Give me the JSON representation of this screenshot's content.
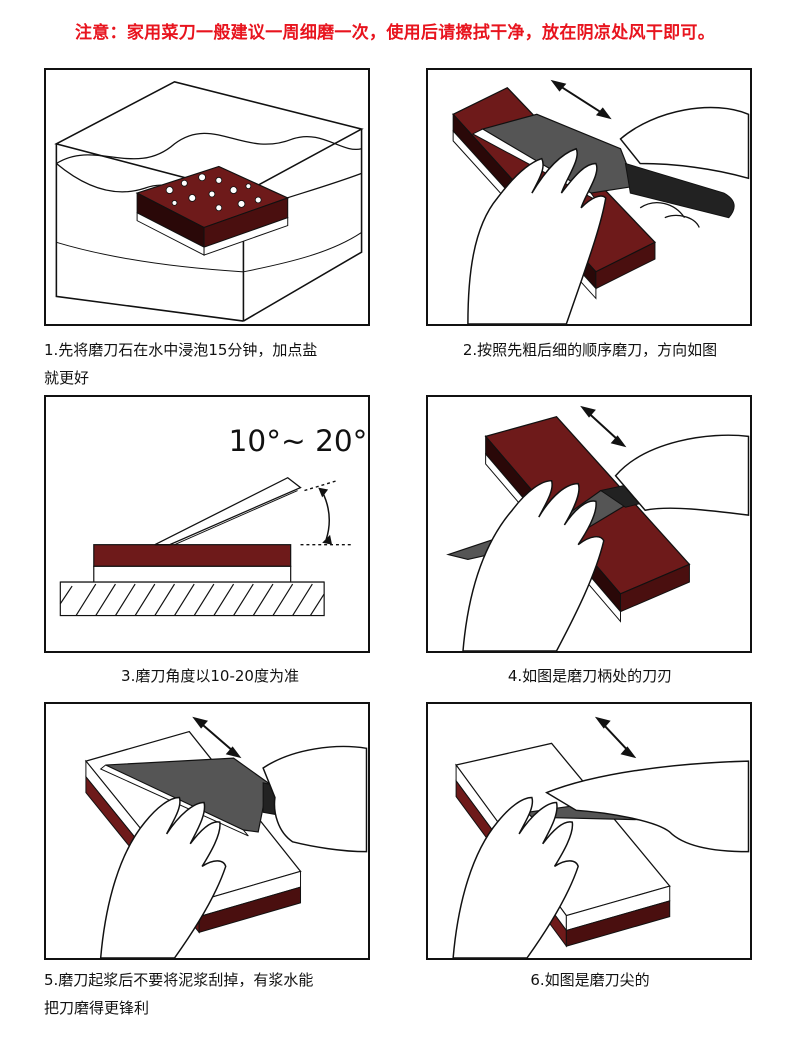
{
  "notice": "注意：家用菜刀一般建议一周细磨一次，使用后请擦拭干净，放在阴凉处风干即可。",
  "steps": [
    {
      "caption_line1": "1.先将磨刀石在水中浸泡15分钟，加点盐",
      "caption_line2": "就更好"
    },
    {
      "caption_line1": "2.按照先粗后细的顺序磨刀，方向如图",
      "caption_line2": ""
    },
    {
      "caption_line1": "3.磨刀角度以10-20度为准",
      "caption_line2": "",
      "angle_label": "10°~ 20°"
    },
    {
      "caption_line1": "4.如图是磨刀柄处的刀刃",
      "caption_line2": ""
    },
    {
      "caption_line1": "5.磨刀起浆后不要将泥浆刮掉，有浆水能",
      "caption_line2": "把刀磨得更锋利"
    },
    {
      "caption_line1": "6.如图是磨刀尖的",
      "caption_line2": ""
    }
  ],
  "colors": {
    "notice": "#e8141e",
    "stone": "#6e1a1a",
    "blade": "#555555"
  }
}
